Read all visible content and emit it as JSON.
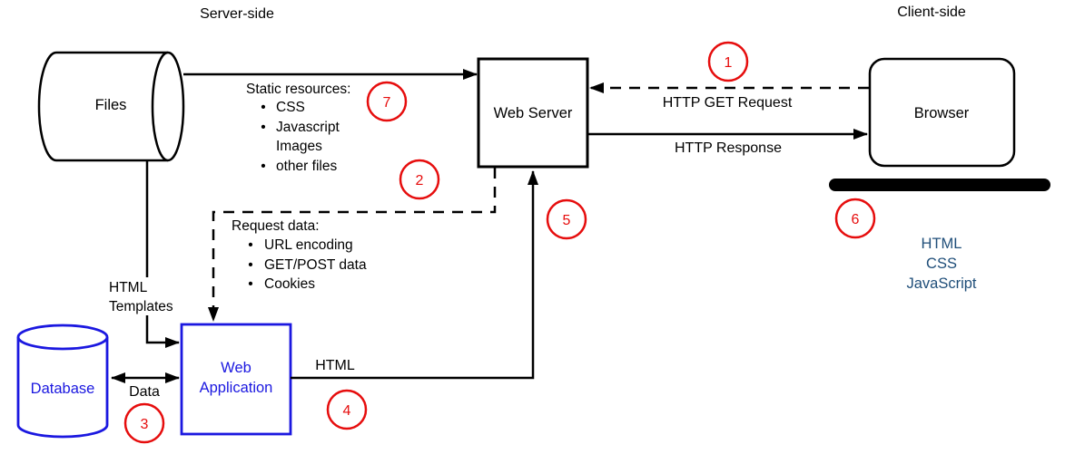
{
  "regions": {
    "server_side": "Server-side",
    "client_side": "Client-side"
  },
  "nodes": {
    "files": {
      "label": "Files"
    },
    "web_server": {
      "label": "Web Server"
    },
    "browser": {
      "label": "Browser"
    },
    "database": {
      "label": "Database"
    },
    "web_application": {
      "label_line1": "Web",
      "label_line2": "Application"
    }
  },
  "edges": {
    "http_get_request": {
      "label": "HTTP GET Request"
    },
    "http_response": {
      "label": "HTTP Response"
    },
    "html_templates": {
      "label_line1": "HTML",
      "label_line2": "Templates"
    },
    "data": {
      "label": "Data"
    },
    "html": {
      "label": "HTML"
    }
  },
  "annotations": {
    "static_resources": {
      "title": "Static resources:",
      "items": [
        {
          "bullet": "•",
          "text": "CSS"
        },
        {
          "bullet": "•",
          "text": "Javascript"
        },
        {
          "bullet": "",
          "text": "Images"
        },
        {
          "bullet": "•",
          "text": "other files"
        }
      ]
    },
    "request_data": {
      "title": "Request data:",
      "items": [
        {
          "bullet": "•",
          "text": "URL encoding"
        },
        {
          "bullet": "•",
          "text": "GET/POST data"
        },
        {
          "bullet": "•",
          "text": "Cookies"
        }
      ]
    },
    "client_stack": {
      "line1": "HTML",
      "line2": "CSS",
      "line3": "JavaScript"
    }
  },
  "steps": {
    "s1": "1",
    "s2": "2",
    "s3": "3",
    "s4": "4",
    "s5": "5",
    "s6": "6",
    "s7": "7"
  },
  "colors": {
    "shape_blue": "#1b18e0",
    "client_stack_navy": "#1f4e79",
    "step_red": "#e60d0d",
    "line_black": "#000000",
    "background": "#ffffff"
  }
}
